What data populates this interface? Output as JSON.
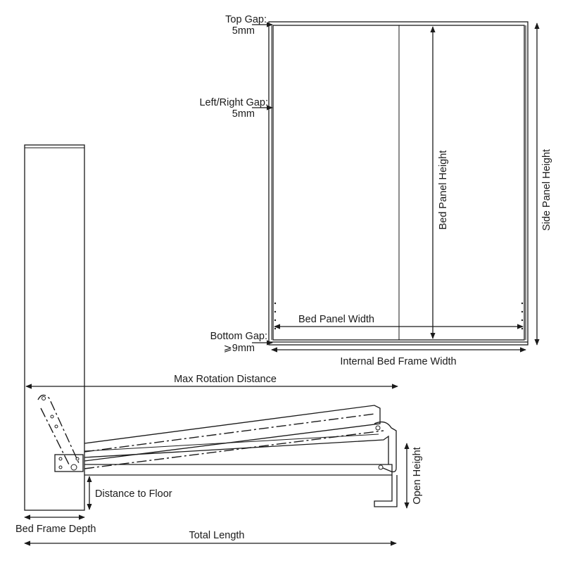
{
  "labels": {
    "top_gap_title": "Top Gap:",
    "top_gap_value": "5mm",
    "side_gap_title": "Left/Right Gap:",
    "side_gap_value": "5mm",
    "bottom_gap_title": "Bottom Gap:",
    "bottom_gap_value": "⩾9mm",
    "bed_panel_height": "Bed Panel Height",
    "side_panel_height": "Side Panel Height",
    "bed_panel_width": "Bed Panel Width",
    "internal_frame_width": "Internal Bed Frame Width",
    "max_rotation_distance": "Max Rotation Distance",
    "open_height": "Open Height",
    "distance_to_floor": "Distance to Floor",
    "bed_frame_depth": "Bed Frame Depth",
    "total_length": "Total Length"
  }
}
